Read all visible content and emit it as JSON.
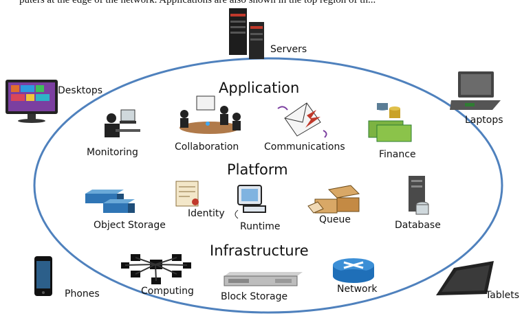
{
  "caption": "puters at the edge of the network. Applications are also shown in the top region of th...",
  "sections": {
    "application": "Application",
    "platform": "Platform",
    "infrastructure": "Infrastructure"
  },
  "clients": {
    "servers": "Servers",
    "desktops": "Desktops",
    "laptops": "Laptops",
    "phones": "Phones",
    "tablets": "Tablets"
  },
  "application_items": {
    "monitoring": "Monitoring",
    "collaboration": "Collaboration",
    "communications": "Communications",
    "finance": "Finance"
  },
  "platform_items": {
    "object_storage": "Object Storage",
    "identity": "Identity",
    "runtime": "Runtime",
    "queue": "Queue",
    "database": "Database"
  },
  "infrastructure_items": {
    "computing": "Computing",
    "block_storage": "Block Storage",
    "network": "Network"
  },
  "colors": {
    "ellipse_stroke": "#4f81bd",
    "network_blue": "#1f6fb8"
  }
}
